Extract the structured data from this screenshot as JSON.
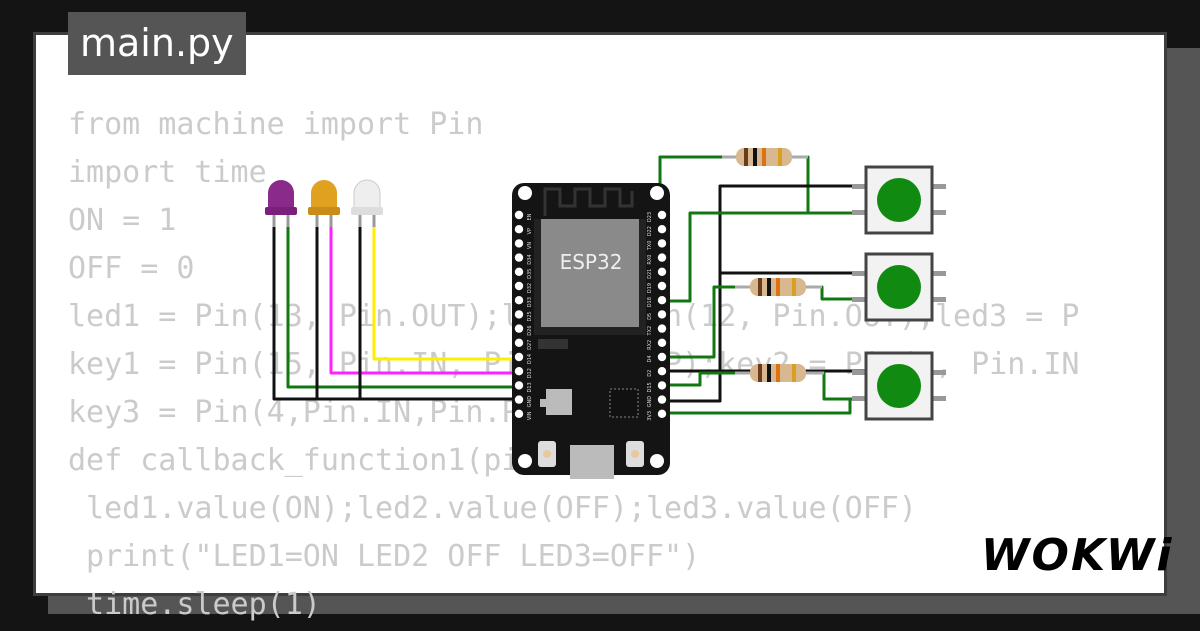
{
  "file": {
    "name": "main.py"
  },
  "code_lines": [
    "from machine import Pin",
    "import time",
    "ON = 1",
    "OFF = 0",
    "led1 = Pin(13, Pin.OUT);led2 = Pin(12, Pin.OUT);led3 = P",
    "key1 = Pin(15, Pin.IN, Pin.PULL_UP);key2 = Pin(2, Pin.IN",
    "key3 = Pin(4,Pin.IN,Pin.PULL_UP)",
    "def callback_function1(pin):",
    " led1.value(ON);led2.value(OFF);led3.value(OFF)",
    " print(\"LED1=ON LED2 OFF LED3=OFF\")",
    " time.sleep(1)"
  ],
  "board": {
    "chip_label": "ESP32",
    "left_pins": [
      "EN",
      "VP",
      "VN",
      "D34",
      "D35",
      "D32",
      "D33",
      "D25",
      "D26",
      "D27",
      "D14",
      "D12",
      "D13",
      "GND",
      "VIN"
    ],
    "right_pins": [
      "D23",
      "D22",
      "TX0",
      "RX0",
      "D21",
      "D19",
      "D18",
      "D5",
      "TX2",
      "RX2",
      "D4",
      "D2",
      "D15",
      "GND",
      "3V3"
    ]
  },
  "brand": {
    "logo_text": "WOKWi"
  },
  "colors": {
    "wire_green": "#117711",
    "wire_black": "#111111",
    "wire_yellow": "#ffee00",
    "wire_magenta": "#ff22ff",
    "led1": "#8a2a8a",
    "led2": "#e0a020",
    "led3": "#eeeeee",
    "button_cap": "#118a11"
  }
}
